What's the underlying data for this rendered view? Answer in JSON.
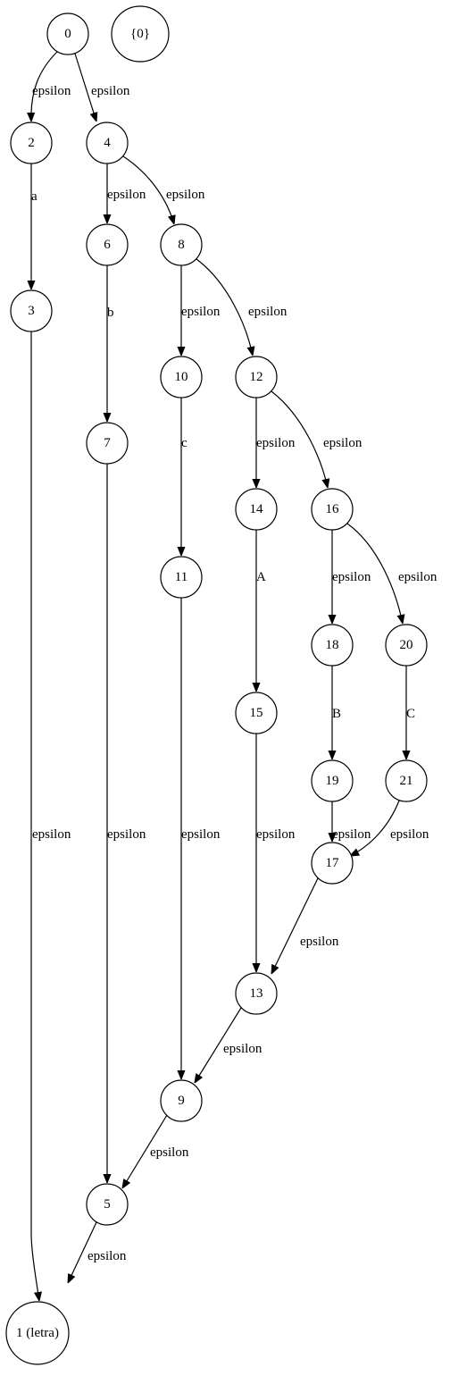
{
  "colors": {
    "state_set_fill": "#add8e6",
    "node_fill": "#ffffff",
    "stroke": "#000000"
  },
  "state_set": {
    "id": "set0",
    "label": "{0}"
  },
  "nodes": [
    {
      "id": "n0",
      "label": "0"
    },
    {
      "id": "n2",
      "label": "2"
    },
    {
      "id": "n4",
      "label": "4"
    },
    {
      "id": "n3",
      "label": "3"
    },
    {
      "id": "n6",
      "label": "6"
    },
    {
      "id": "n8",
      "label": "8"
    },
    {
      "id": "n7",
      "label": "7"
    },
    {
      "id": "n10",
      "label": "10"
    },
    {
      "id": "n12",
      "label": "12"
    },
    {
      "id": "n11",
      "label": "11"
    },
    {
      "id": "n14",
      "label": "14"
    },
    {
      "id": "n16",
      "label": "16"
    },
    {
      "id": "n15",
      "label": "15"
    },
    {
      "id": "n18",
      "label": "18"
    },
    {
      "id": "n20",
      "label": "20"
    },
    {
      "id": "n19",
      "label": "19"
    },
    {
      "id": "n21",
      "label": "21"
    },
    {
      "id": "n17",
      "label": "17"
    },
    {
      "id": "n13",
      "label": "13"
    },
    {
      "id": "n9",
      "label": "9"
    },
    {
      "id": "n5",
      "label": "5"
    },
    {
      "id": "n1",
      "label": "1 (letra)"
    }
  ],
  "edges": [
    {
      "id": "e0_2",
      "from": "n0",
      "to": "n2",
      "label": "epsilon"
    },
    {
      "id": "e0_4",
      "from": "n0",
      "to": "n4",
      "label": "epsilon"
    },
    {
      "id": "e2_3",
      "from": "n2",
      "to": "n3",
      "label": "a"
    },
    {
      "id": "e4_6",
      "from": "n4",
      "to": "n6",
      "label": "epsilon"
    },
    {
      "id": "e4_8",
      "from": "n4",
      "to": "n8",
      "label": "epsilon"
    },
    {
      "id": "e6_7",
      "from": "n6",
      "to": "n7",
      "label": "b"
    },
    {
      "id": "e8_10",
      "from": "n8",
      "to": "n10",
      "label": "epsilon"
    },
    {
      "id": "e8_12",
      "from": "n8",
      "to": "n12",
      "label": "epsilon"
    },
    {
      "id": "e10_11",
      "from": "n10",
      "to": "n11",
      "label": "c"
    },
    {
      "id": "e12_14",
      "from": "n12",
      "to": "n14",
      "label": "epsilon"
    },
    {
      "id": "e12_16",
      "from": "n12",
      "to": "n16",
      "label": "epsilon"
    },
    {
      "id": "e14_15",
      "from": "n14",
      "to": "n15",
      "label": "A"
    },
    {
      "id": "e16_18",
      "from": "n16",
      "to": "n18",
      "label": "epsilon"
    },
    {
      "id": "e16_20",
      "from": "n16",
      "to": "n20",
      "label": "epsilon"
    },
    {
      "id": "e18_19",
      "from": "n18",
      "to": "n19",
      "label": "B"
    },
    {
      "id": "e20_21",
      "from": "n20",
      "to": "n21",
      "label": "C"
    },
    {
      "id": "e19_17",
      "from": "n19",
      "to": "n17",
      "label": "epsilon"
    },
    {
      "id": "e21_17",
      "from": "n21",
      "to": "n17",
      "label": "epsilon"
    },
    {
      "id": "e17_13",
      "from": "n17",
      "to": "n13",
      "label": "epsilon"
    },
    {
      "id": "e15_13",
      "from": "n15",
      "to": "n13",
      "label": "epsilon"
    },
    {
      "id": "e13_9",
      "from": "n13",
      "to": "n9",
      "label": "epsilon"
    },
    {
      "id": "e11_9",
      "from": "n11",
      "to": "n9",
      "label": "epsilon"
    },
    {
      "id": "e9_5",
      "from": "n9",
      "to": "n5",
      "label": "epsilon"
    },
    {
      "id": "e7_5",
      "from": "n7",
      "to": "n5",
      "label": "epsilon"
    },
    {
      "id": "e5_1",
      "from": "n5",
      "to": "n1",
      "label": "epsilon"
    },
    {
      "id": "e3_1",
      "from": "n3",
      "to": "n1",
      "label": "epsilon"
    }
  ]
}
